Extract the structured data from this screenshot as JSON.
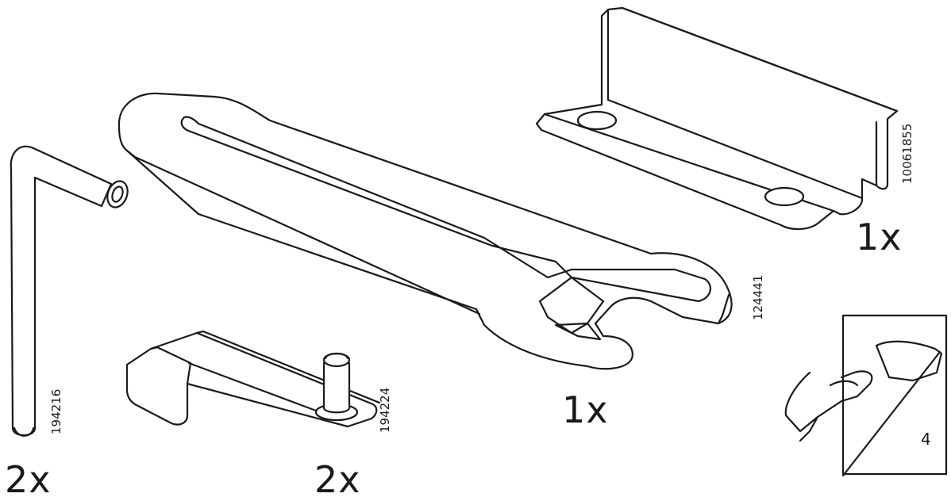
{
  "parts": [
    {
      "id": "allen-key",
      "quantity": "2x",
      "part_number": "194216"
    },
    {
      "id": "bracket-pin",
      "quantity": "2x",
      "part_number": "194224"
    },
    {
      "id": "wrench",
      "quantity": "1x",
      "part_number": "124441"
    },
    {
      "id": "z-bracket",
      "quantity": "1x",
      "part_number": "10061855"
    }
  ],
  "page_turn": {
    "page_number": "4"
  }
}
